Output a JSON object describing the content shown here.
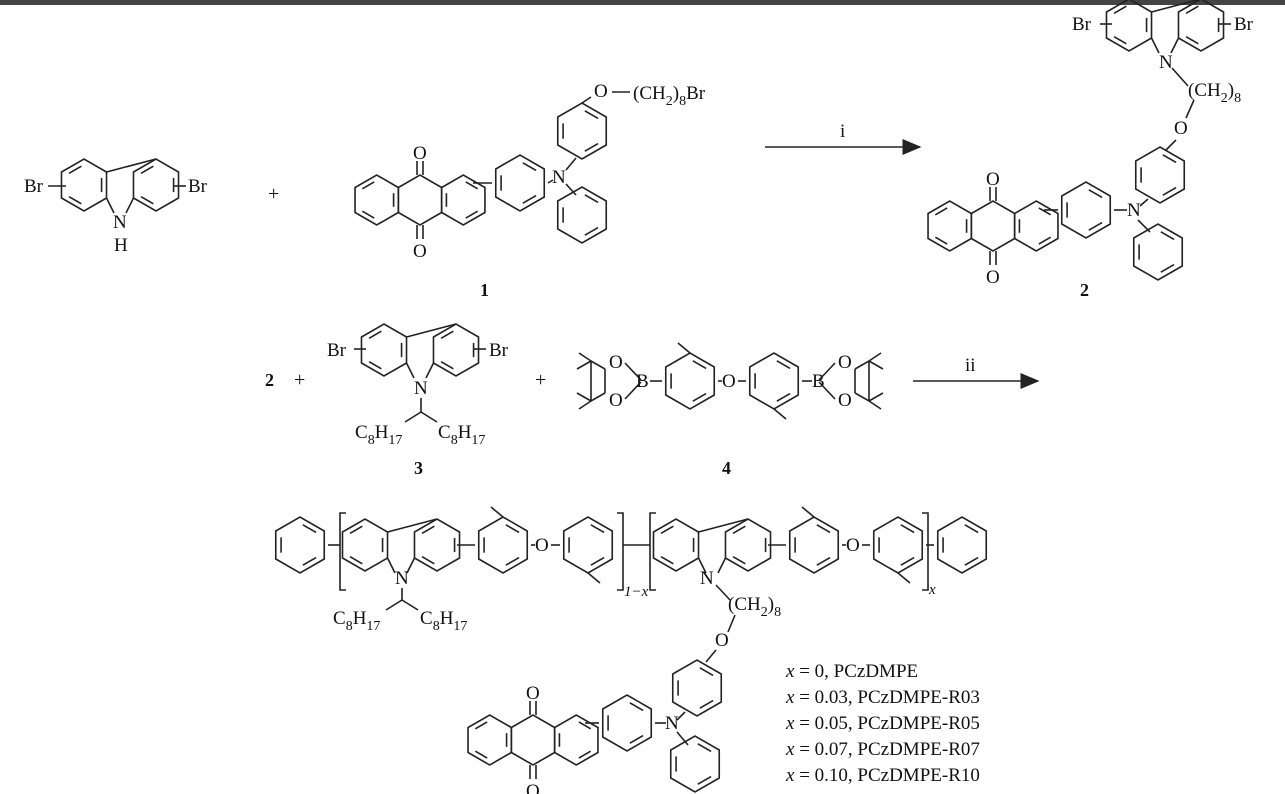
{
  "atoms": {
    "br": "Br",
    "n": "N",
    "h": "H",
    "o": "O",
    "b": "B",
    "ch2": "(CH",
    "two": "2",
    "close": ")",
    "eight": "8",
    "ch2_8br_tail": "Br",
    "c8": "C",
    "seventeen": "17"
  },
  "plus": "+",
  "compounds": {
    "c1": "1",
    "c2": "2",
    "c3": "3",
    "c4": "4"
  },
  "reaction_steps": {
    "step1": "i",
    "step2": "ii"
  },
  "polymer": {
    "sub1": "1−x",
    "subx": "x"
  },
  "series": [
    {
      "x_label": "x",
      "rest": " = 0, PCzDMPE"
    },
    {
      "x_label": "x",
      "rest": " = 0.03, PCzDMPE-R03"
    },
    {
      "x_label": "x",
      "rest": " = 0.05, PCzDMPE-R05"
    },
    {
      "x_label": "x",
      "rest": " = 0.07, PCzDMPE-R07"
    },
    {
      "x_label": "x",
      "rest": " = 0.10, PCzDMPE-R10"
    }
  ],
  "colors": {
    "ink": "#222222",
    "background": "#ffffff",
    "top_bar": "#444444"
  }
}
